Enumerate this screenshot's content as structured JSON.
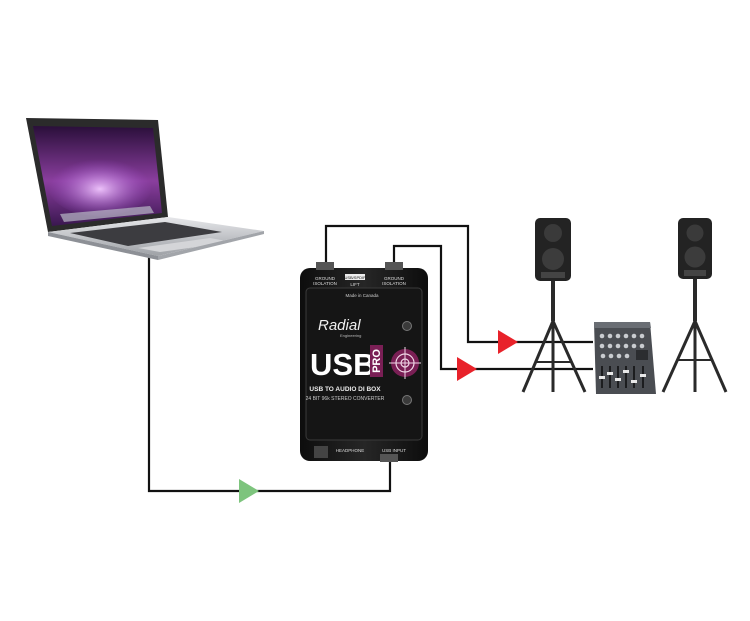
{
  "device": {
    "brand": "Radial",
    "tagline": "Engineering",
    "model_main": "USB",
    "model_sub": "PRO",
    "desc_line1": "USB TO AUDIO DI BOX",
    "desc_line2": "24 BIT 96k STEREO CONVERTER",
    "made_in": "Made in Canada",
    "top_label_left_1": "GROUND",
    "top_label_left_2": "ISOLATION",
    "top_label_mid_1": "USB/SPDIF",
    "top_label_mid_2": "LIFT",
    "top_label_right_1": "GROUND",
    "top_label_right_2": "ISOLATION",
    "bottom_label_phones": "HEADPHONE",
    "bottom_label_usb": "USB INPUT"
  },
  "colors": {
    "cable": "#111111",
    "arrow_output": "#e8222a",
    "arrow_input": "#7dc47d",
    "device_body": "#1b1b1b",
    "device_accent": "#7a1f55"
  },
  "icons": {
    "laptop": "laptop-icon",
    "speaker_left": "pa-speaker-icon",
    "speaker_right": "pa-speaker-icon",
    "mixer": "mixer-icon",
    "di_box": "di-box-icon"
  }
}
